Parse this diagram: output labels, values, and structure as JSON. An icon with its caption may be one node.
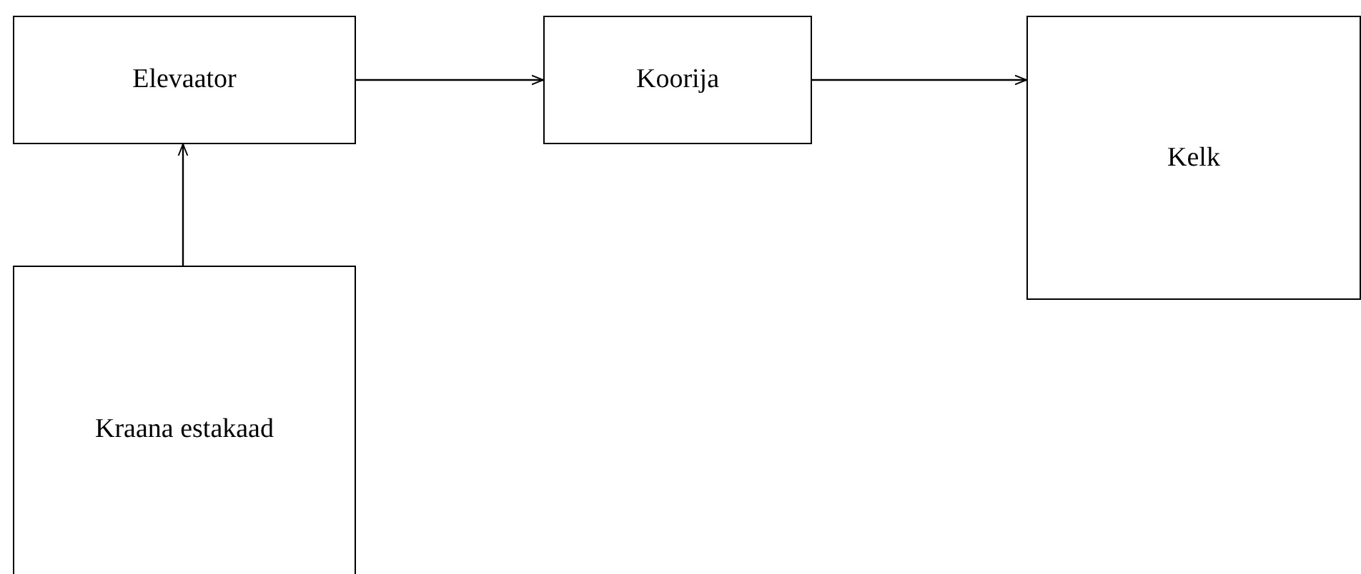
{
  "diagram": {
    "nodes": [
      {
        "text": [
          "Elevaator"
        ]
      },
      {
        "text": [
          "Koorija"
        ]
      },
      {
        "text": [
          "Kelk"
        ]
      },
      {
        "text": [
          "Kraana estakaad"
        ]
      }
    ],
    "edges": [
      {
        "from": 0,
        "to": 1,
        "arrow": "to"
      },
      {
        "from": 1,
        "to": 2,
        "arrow": "to"
      },
      {
        "from": 3,
        "to": 0,
        "arrow": "to"
      }
    ]
  }
}
